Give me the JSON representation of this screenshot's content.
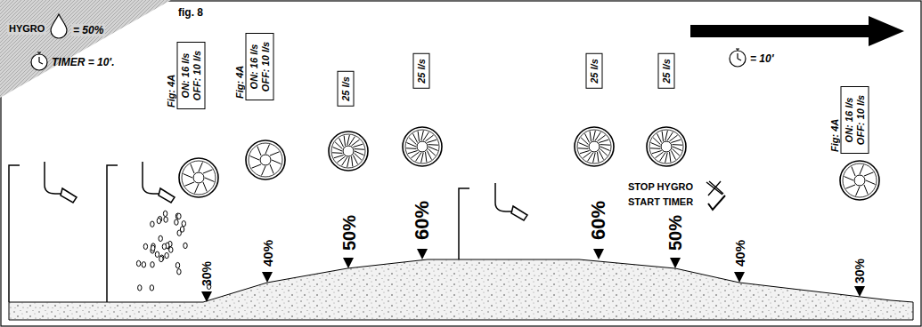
{
  "diagram": {
    "nodes": [
      {
        "text": [
          "Fig: 4A",
          "ON: 16 l/s OFF: 10 l/s"
        ]
      },
      {
        "text": [
          "Fig: 4A",
          "ON: 16 l/s OFF: 10 l/s"
        ]
      },
      {
        "text": [
          "25 l/s"
        ]
      },
      {
        "text": [
          "25 l/s"
        ]
      },
      {
        "text": [
          "25 l/s"
        ]
      },
      {
        "text": [
          "25 l/s"
        ]
      },
      {
        "text": [
          "Fig: 4A",
          "ON: 16 l/s OFF: 10 l/s"
        ]
      }
    ],
    "labels": [
      "fig. 8",
      "HYGRO",
      "= 50%",
      "TIMER = 10'.",
      "30%",
      "40%",
      "50%",
      "60%",
      "60%",
      "50%",
      "40%",
      "30%",
      "= 10'",
      "STOP HYGRO",
      "START TIMER"
    ]
  }
}
